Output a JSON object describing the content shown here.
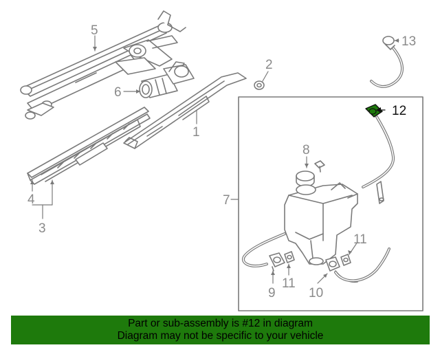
{
  "colors": {
    "line": "#7a7a7a",
    "text": "#8a8a8a",
    "highlight": "#1e7a0c",
    "banner_bg": "#1e7a0c",
    "banner_text": "#000000"
  },
  "callouts": {
    "c1": "1",
    "c2": "2",
    "c3": "3",
    "c4": "4",
    "c5": "5",
    "c6": "6",
    "c7": "7",
    "c8": "8",
    "c9": "9",
    "c10": "10",
    "c11a": "11",
    "c11b": "11",
    "c12": "12",
    "c13": "13"
  },
  "banner": {
    "line1": "Part or sub-assembly is #12 in diagram",
    "line2": "Diagram may not be specific to your vehicle"
  }
}
